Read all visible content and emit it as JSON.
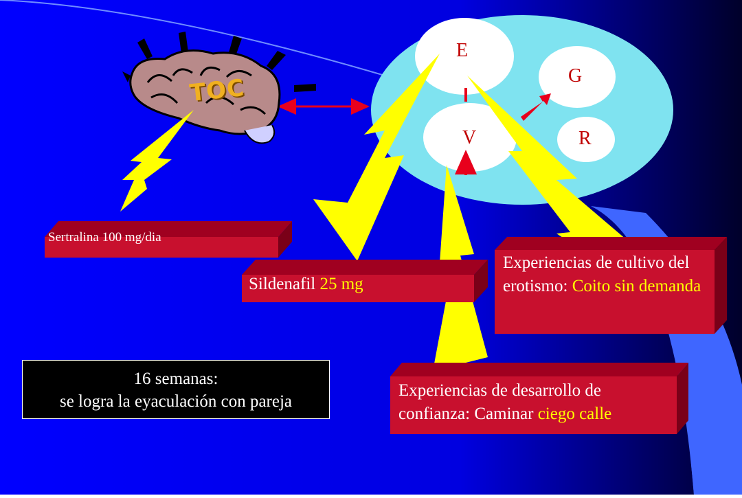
{
  "colors": {
    "background_top": "#0000ff",
    "background_dark": "#00002a",
    "arc_blue": "#3f66ff",
    "ellipse": "#7fe3f0",
    "box_red": "#c8102e",
    "lightning": "#ffff00",
    "arrow_red": "#e8001c"
  },
  "brain": {
    "label": "TOC",
    "icon": "brain-icon"
  },
  "nodes": {
    "e": "E",
    "g": "G",
    "v": "V",
    "r": "R"
  },
  "boxes": {
    "sertralina": "Sertralina 100 mg/dia",
    "sildenafil_name": "Sildenafil",
    "sildenafil_dose": "25 mg",
    "cultivo_pre": "Experiencias de cultivo del erotismo:",
    "cultivo_highlight": "Coito sin demanda",
    "confianza_pre": "Experiencias de desarrollo de confianza: Caminar",
    "confianza_highlight": "ciego calle"
  },
  "summary": {
    "line1": "16 semanas:",
    "line2": "se logra la eyaculación con pareja"
  }
}
